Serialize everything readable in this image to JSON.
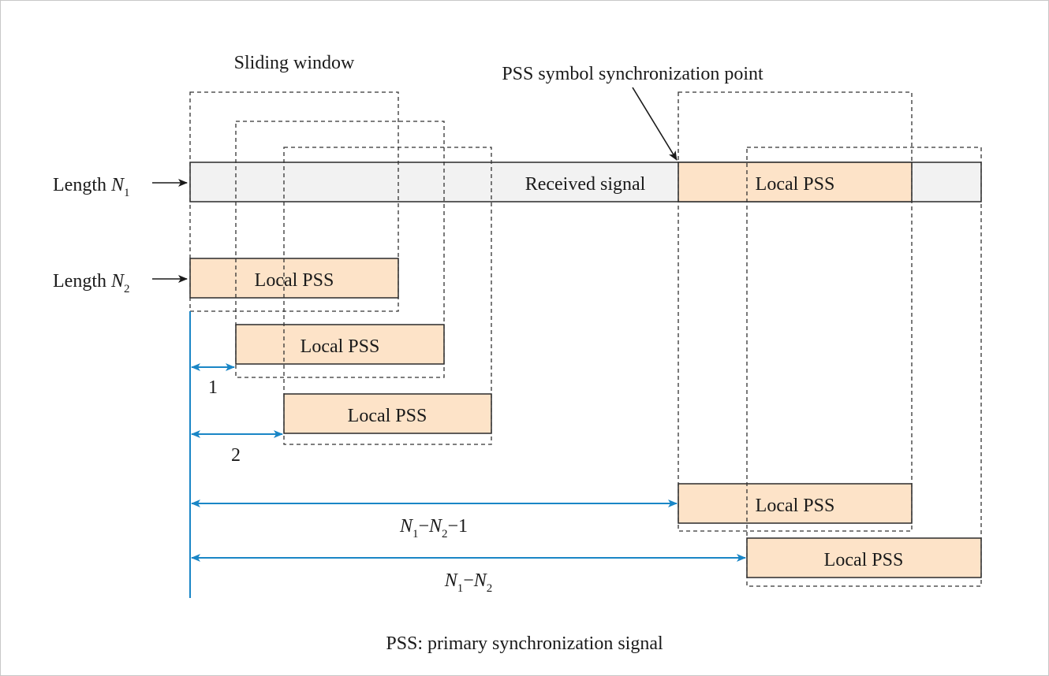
{
  "labels": {
    "sliding_window": "Sliding window",
    "sync_point": "PSS symbol synchronization point",
    "length_n1_prefix": "Length ",
    "length_n2_prefix": "Length ",
    "var_n": "N",
    "sub_1": "1",
    "sub_2": "2",
    "received_signal": "Received signal",
    "local_pss": "Local PSS",
    "offset_1": "1",
    "offset_2": "2",
    "offset_n1n2m1_tail": "−1",
    "dash": "−",
    "footnote": "PSS: primary synchronization signal"
  },
  "colors": {
    "pss_fill": "#fde3c8",
    "received_fill": "#f2f2f2",
    "arrow_blue": "#1a86c6",
    "outline": "#2a2a2a"
  }
}
